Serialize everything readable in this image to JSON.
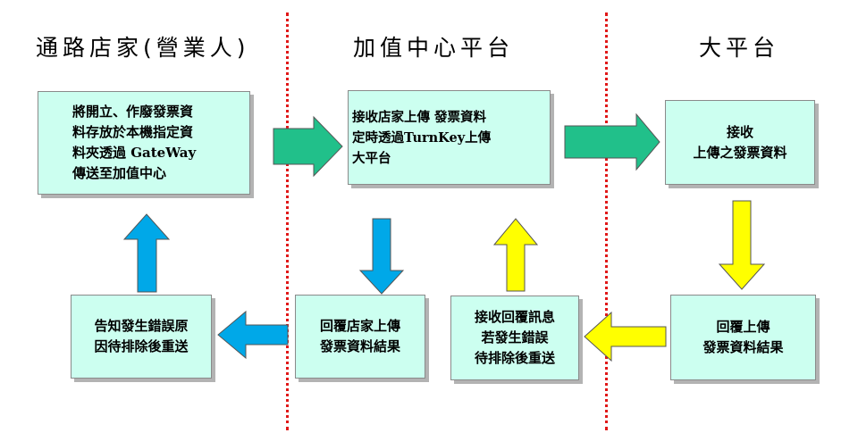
{
  "columns": [
    {
      "title": "通路店家(營業人)"
    },
    {
      "title": "加值中心平台"
    },
    {
      "title": "大平台"
    }
  ],
  "boxes": {
    "store_send": {
      "lines": [
        "將開立、作廢發票資",
        "料存放於本機指定資",
        "料夾透過 GateWay",
        "傳送至加值中心"
      ]
    },
    "center_receive": {
      "lines": [
        "接收店家上傳 發票資料",
        "定時透過TurnKey上傳",
        "大平台"
      ]
    },
    "platform_receive": {
      "lines": [
        "接收",
        "上傳之發票資料"
      ]
    },
    "platform_reply": {
      "lines": [
        "回覆上傳",
        "發票資料結果"
      ]
    },
    "center_receive_reply": {
      "lines": [
        "接收回覆訊息",
        "若發生錯誤",
        "待排除後重送"
      ]
    },
    "center_reply_store": {
      "lines": [
        "回覆店家上傳",
        "發票資料結果"
      ]
    },
    "store_notify": {
      "lines": [
        "告知發生錯誤原",
        "因待排除後重送"
      ]
    }
  },
  "colors": {
    "box_fill": "#ccfff0",
    "arrow_green": "#21c08a",
    "arrow_yellow": "#ffff00",
    "arrow_blue": "#00a8e8",
    "divider": "#e01818"
  }
}
